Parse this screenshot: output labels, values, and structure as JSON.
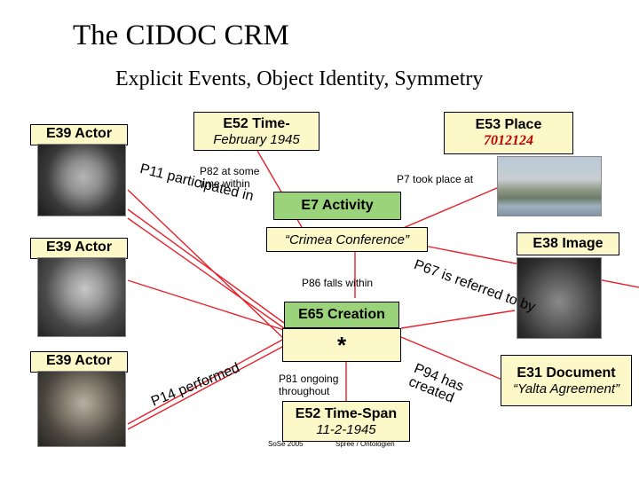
{
  "slide": {
    "title": "The CIDOC CRM",
    "subtitle": "Explicit Events, Object Identity, Symmetry"
  },
  "nodes": {
    "actor1": "E39 Actor",
    "actor2": "E39 Actor",
    "actor3": "E39 Actor",
    "timespan_top_title": "E52 Time-",
    "timespan_top_value": "February 1945",
    "place_title": "E53 Place",
    "place_value": "7012124",
    "activity_title": "E7 Activity",
    "activity_value": "“Crimea Conference”",
    "image_title": "E38 Image",
    "creation_title": "E65 Creation",
    "creation_value": "*",
    "document_title": "E31 Document",
    "document_value": "“Yalta Agreement”",
    "timespan_bottom_title": "E52 Time-Span",
    "timespan_bottom_value": "11-2-1945"
  },
  "edges": {
    "p11": "P11 participated in",
    "p82": "P82 at some time within",
    "p7": "P7 took place at",
    "p86": "P86 falls within",
    "p67": "P67 is referred to by",
    "p94": "P94 has created",
    "p14": "P14 performed",
    "p81": "P81 ongoing throughout"
  },
  "footer": {
    "left": "SoSe 2005",
    "right": "Spree / Ontologien"
  },
  "colors": {
    "box_fill": "#fcf8c8",
    "activity_fill": "#9bd37a",
    "line": "#e8202a",
    "accent_text": "#c00000"
  }
}
